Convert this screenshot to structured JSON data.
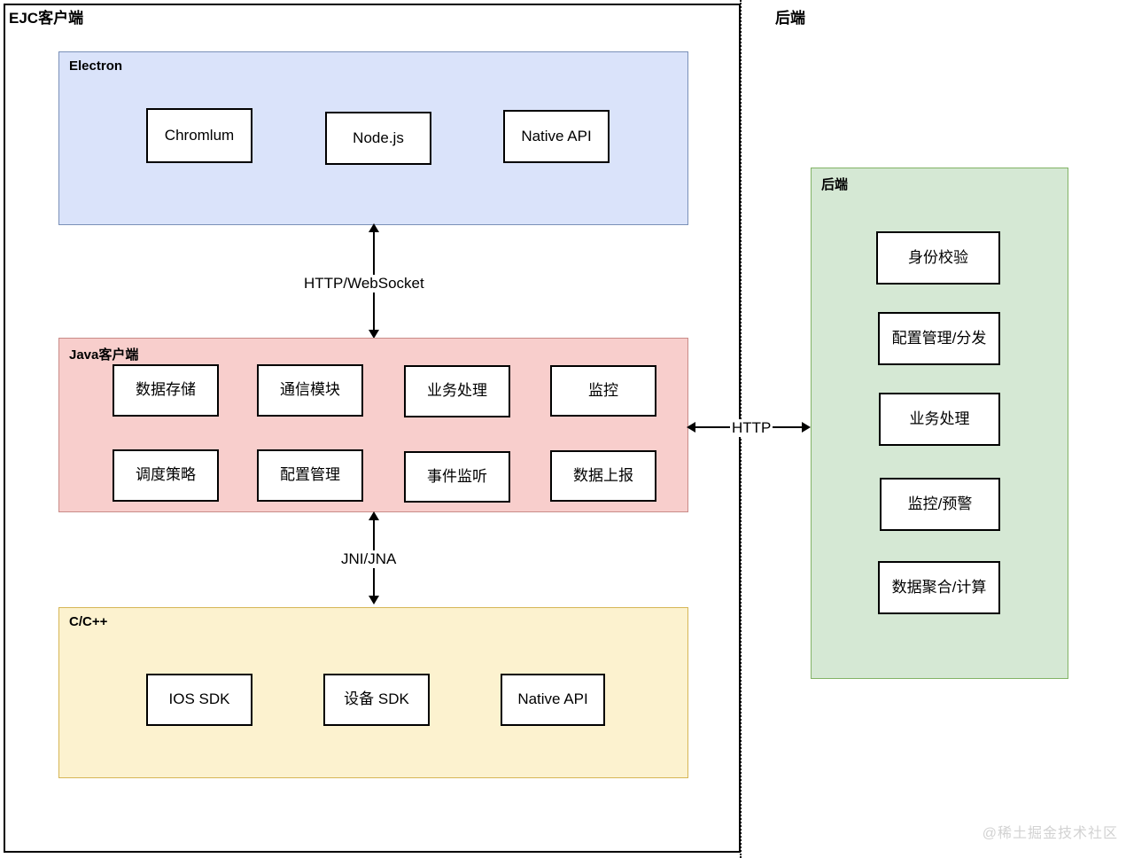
{
  "diagram": {
    "regions": [
      {
        "key": "client",
        "title": "EJC客户端"
      },
      {
        "key": "backend",
        "title": "后端"
      }
    ],
    "layers": {
      "electron": {
        "title": "Electron",
        "nodes": [
          "Chromlum",
          "Node.js",
          "Native API"
        ]
      },
      "java_client": {
        "title": "Java客户端",
        "nodes_row1": [
          "数据存储",
          "通信模块",
          "业务处理",
          "监控"
        ],
        "nodes_row2": [
          "调度策略",
          "配置管理",
          "事件监听",
          "数据上报"
        ]
      },
      "ccpp": {
        "title": "C/C++",
        "nodes": [
          "IOS SDK",
          "设备 SDK",
          "Native API"
        ]
      },
      "backend": {
        "title": "后端",
        "nodes": [
          "身份校验",
          "配置管理/分发",
          "业务处理",
          "监控/预警",
          "数据聚合/计算"
        ]
      }
    },
    "edges": [
      {
        "key": "electron_java",
        "label": "HTTP/WebSocket"
      },
      {
        "key": "java_ccpp",
        "label": "JNI/JNA"
      },
      {
        "key": "java_backend",
        "label": "HTTP"
      }
    ],
    "watermark": "@稀土掘金技术社区",
    "colors": {
      "electron_fill": "#dae3fa",
      "electron_border": "#7a90b8",
      "java_fill": "#f8cecc",
      "java_border": "#c98b88",
      "ccpp_fill": "#fcf2cf",
      "ccpp_border": "#d6b656",
      "backend_fill": "#d5e8d4",
      "backend_border": "#82b366",
      "node_border": "#000000",
      "watermark_text": "#d2d2d2"
    }
  }
}
